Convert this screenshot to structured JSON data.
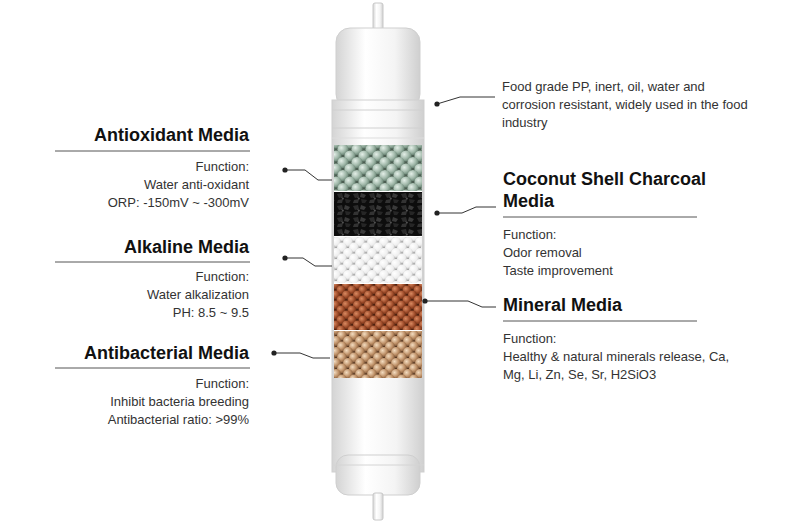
{
  "diagram": {
    "labels": [
      "Food grade PP, inert, oil, water and corrosion resistant, widely used in the food industry",
      "Antioxidant Media",
      "Function:",
      "Water anti-oxidant",
      "ORP: -150mV ~ -300mV",
      "Coconut Shell Charcoal Media",
      "Function:",
      "Odor removal",
      "Taste improvement",
      "Alkaline Media",
      "Function:",
      "Water alkalization",
      "PH: 8.5 ~ 9.5",
      "Mineral Media",
      "Function:",
      "Healthy & natural minerals release, Ca, Mg, Li, Zn, Se, Sr, H2SiO3",
      "Antibacterial Media",
      "Function:",
      "Inhibit bacteria breeding",
      "Antibacterial ratio: >99%"
    ]
  }
}
